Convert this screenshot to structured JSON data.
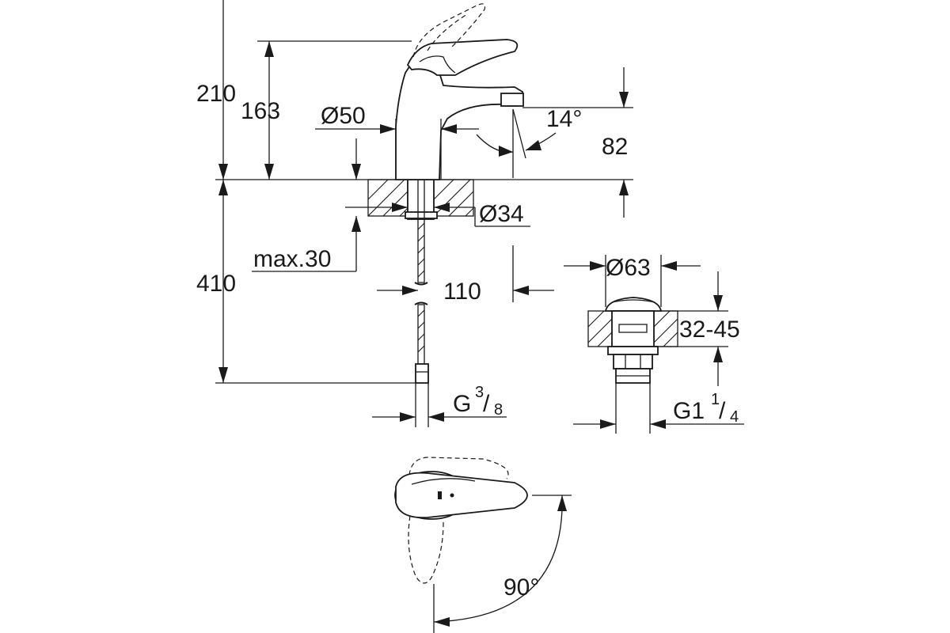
{
  "dimensions": {
    "total_height": "210",
    "spout_height": "163",
    "body_diameter": "Ø50",
    "spout_angle": "14°",
    "outlet_height": "82",
    "shank_diameter": "Ø34",
    "max_deck": "max.30",
    "below_deck": "410",
    "reach": "110",
    "hose_thread_main": "G",
    "hose_thread_num": "3",
    "hose_thread_den": "8",
    "waste_diameter": "Ø63",
    "waste_range": "32-45",
    "waste_thread_main": "G1",
    "waste_thread_num": "1",
    "waste_thread_den": "4",
    "lever_rotation": "90°"
  }
}
